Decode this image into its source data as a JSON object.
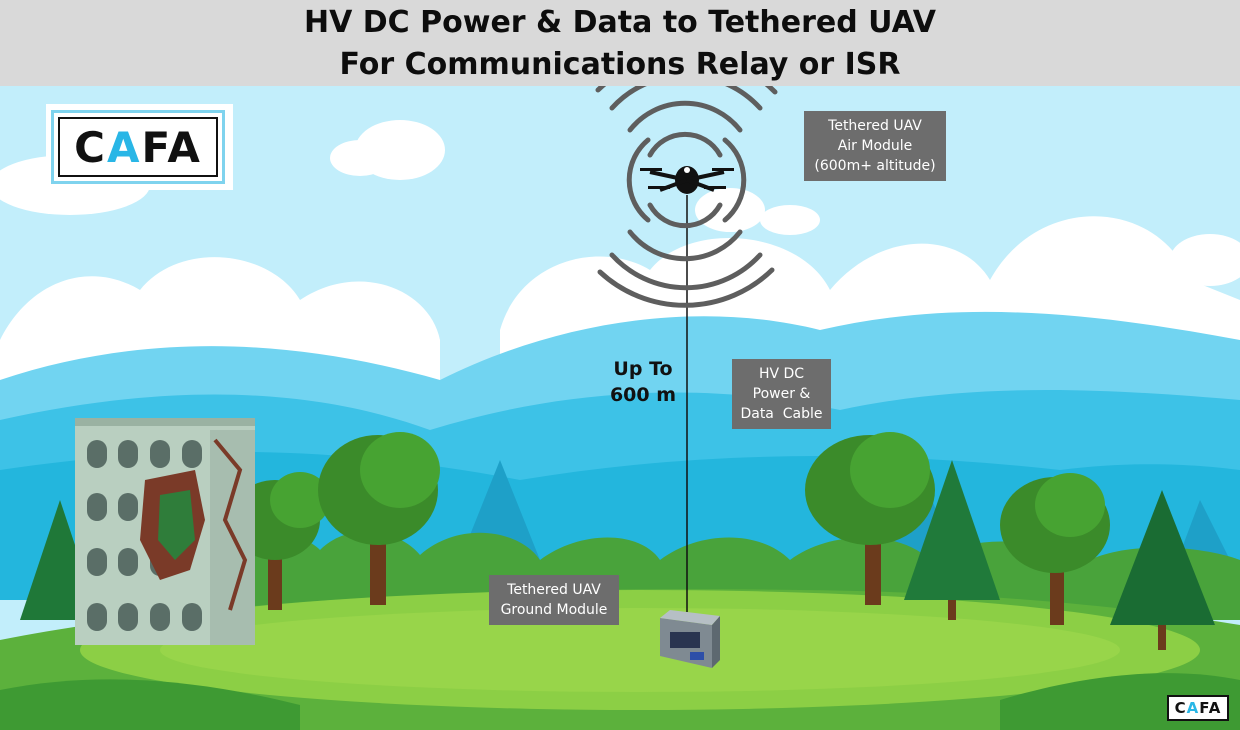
{
  "title": {
    "line1": "HV DC Power & Data to Tethered UAV",
    "line2": "For Communications Relay or ISR"
  },
  "logo": {
    "text_prefix": "C",
    "text_accent": "A",
    "text_suffix": "FA"
  },
  "labels": {
    "air_module": [
      "Tethered UAV",
      "Air Module",
      "(600m+ altitude)"
    ],
    "cable": [
      "HV DC",
      "Power &",
      "Data  Cable"
    ],
    "ground_module": [
      "Tethered UAV",
      "Ground Module"
    ],
    "range": [
      "Up To",
      "600 m"
    ]
  },
  "colors": {
    "title_bar": "#d9d9d9",
    "label_bg": "#6d6d6d",
    "sky": "#bfe9f7",
    "logo_accent": "#29b6e6"
  }
}
